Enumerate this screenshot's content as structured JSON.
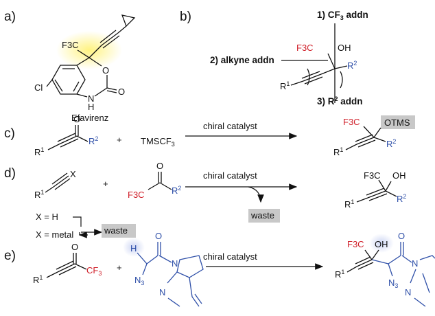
{
  "panels": {
    "a": {
      "label": "a)",
      "name": "Efavirenz",
      "cf3": "F3C",
      "cl": "Cl",
      "o_ring": "O",
      "o_carbonyl": "O",
      "nh": "N",
      "nh_h": "H"
    },
    "b": {
      "label": "b)",
      "step1": "1) CF",
      "step1_sub": "3",
      "step1_tail": " addn",
      "step2": "2) alkyne addn",
      "step3": "3) R",
      "step3_sup": "2",
      "step3_tail": " addn",
      "f3c": "F3C",
      "oh": "OH",
      "r1": "R",
      "r1_sup": "1",
      "r2": "R",
      "r2_sup": "2"
    },
    "c": {
      "label": "c)",
      "reagent": "TMSCF",
      "reagent_sub": "3",
      "plus": "+",
      "catalyst": "chiral catalyst",
      "otms": "OTMS",
      "o": "O",
      "r1": "R",
      "r1_sup": "1",
      "r2": "R",
      "r2_sup": "2",
      "f3c": "F3C"
    },
    "d": {
      "label": "d)",
      "x": "X",
      "plus": "+",
      "catalyst": "chiral catalyst",
      "waste": "waste",
      "waste2": "waste",
      "xh": "X = H",
      "xmetal": "X = metal",
      "f3c": "F3C",
      "o": "O",
      "oh": "OH",
      "r1": "R",
      "r1_sup": "1",
      "r2": "R",
      "r2_sup": "2"
    },
    "e": {
      "label": "e)",
      "plus": "+",
      "catalyst": "chiral catalyst",
      "cf3": "CF",
      "cf3_sub": "3",
      "o": "O",
      "h": "H",
      "n3": "N",
      "n3_sub": "3",
      "n": "N",
      "oh": "OH",
      "f3c": "F3C",
      "r1": "R",
      "r1_sup": "1"
    }
  }
}
